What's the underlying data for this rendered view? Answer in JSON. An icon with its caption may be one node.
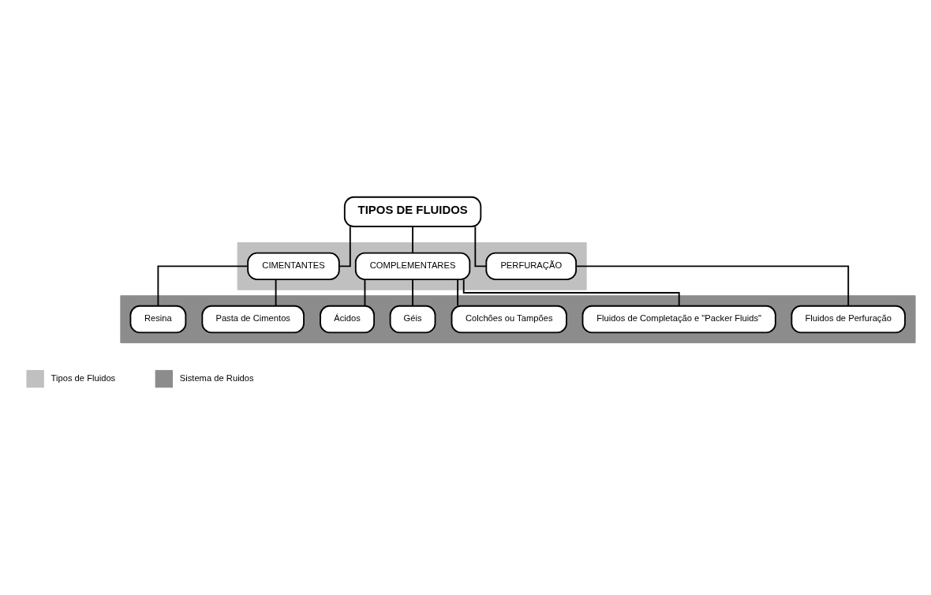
{
  "diagram": {
    "nodes": [
      {
        "text": [
          "TIPOS DE FLUIDOS"
        ]
      },
      {
        "text": [],
        "shape": "band"
      },
      {
        "text": [
          "PERFURAÇÃO"
        ],
        "in": 1
      },
      {
        "text": [
          "COMPLEMENTARES"
        ],
        "in": 1
      },
      {
        "text": [
          "CIMENTANTES"
        ],
        "in": 1
      },
      {
        "text": [],
        "shape": "band"
      },
      {
        "text": [
          "Fluidos de Perfuração"
        ],
        "in": 5
      },
      {
        "text": [
          "Fluidos de Completação e \"Packer Fluids\""
        ],
        "in": 5
      },
      {
        "text": [
          "Colchões ou Tampões"
        ],
        "in": 5
      },
      {
        "text": [
          "Géis"
        ],
        "in": 5
      },
      {
        "text": [
          "Ácidos"
        ],
        "in": 5
      },
      {
        "text": [
          "Pasta de Cimentos"
        ],
        "in": 5
      },
      {
        "text": [
          "Resina"
        ],
        "in": 5
      }
    ],
    "edges": [
      {
        "from": 0,
        "to": 2,
        "arrow": "none"
      },
      {
        "from": 0,
        "to": 3,
        "arrow": "none"
      },
      {
        "from": 0,
        "to": 4,
        "arrow": "none"
      },
      {
        "from": 2,
        "to": 6,
        "arrow": "none"
      },
      {
        "from": 3,
        "to": 7,
        "arrow": "none"
      },
      {
        "from": 3,
        "to": 8,
        "arrow": "none"
      },
      {
        "from": 3,
        "to": 9,
        "arrow": "none"
      },
      {
        "from": 3,
        "to": 10,
        "arrow": "none"
      },
      {
        "from": 4,
        "to": 11,
        "arrow": "none"
      },
      {
        "from": 4,
        "to": 12,
        "arrow": "none"
      }
    ],
    "legend": [
      {
        "text": "Tipos de Fluidos",
        "color": "#c0c0c0"
      },
      {
        "text": "Sistema de Ruidos",
        "color": "#8c8c8c"
      }
    ]
  }
}
